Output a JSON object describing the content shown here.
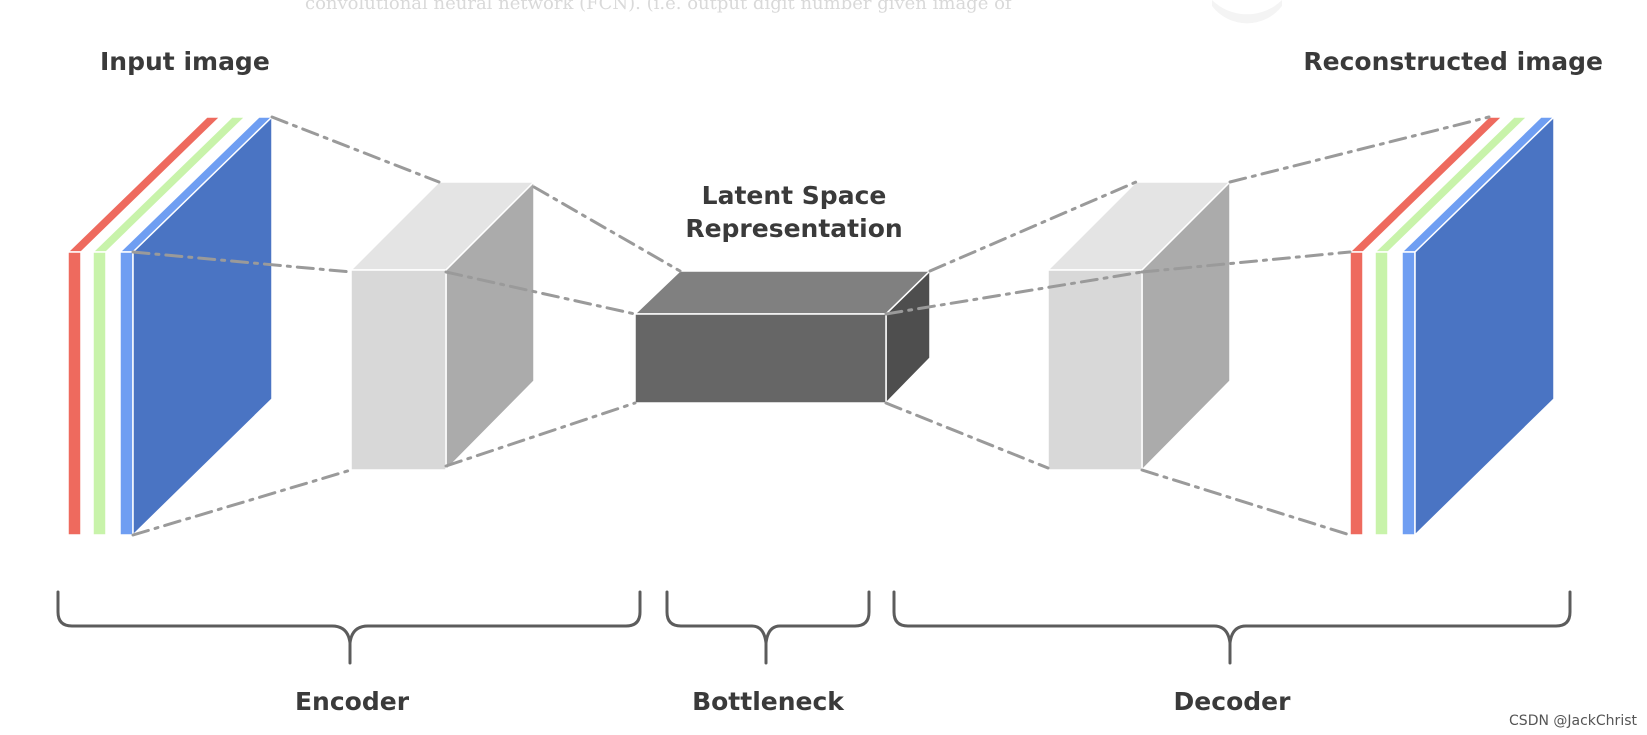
{
  "labels": {
    "input_image": "Input image",
    "reconstructed_image": "Reconstructed image",
    "latent_line1": "Latent Space",
    "latent_line2": "Representation",
    "encoder": "Encoder",
    "bottleneck": "Bottleneck",
    "decoder": "Decoder"
  },
  "background_text": {
    "line1": "convolutional neural network (FCN). (i.e. output digit number given image of",
    "line2": "",
    "line3": ""
  },
  "watermark": "CSDN @JackChrist",
  "colors": {
    "channel_red": "#ee6a5e",
    "channel_green": "#c8f3aa",
    "channel_blue": "#6f9ef2",
    "image_face": "#4a74c3",
    "encoder_front": "#d8d8d8",
    "encoder_top": "#e4e4e4",
    "encoder_side": "#ababab",
    "latent_front": "#666666",
    "latent_top": "#808080",
    "latent_side": "#4e4e4e",
    "connector_line": "#9a9a9a",
    "bracket": "#5c5c5c",
    "label_text": "#3a3a3a"
  }
}
